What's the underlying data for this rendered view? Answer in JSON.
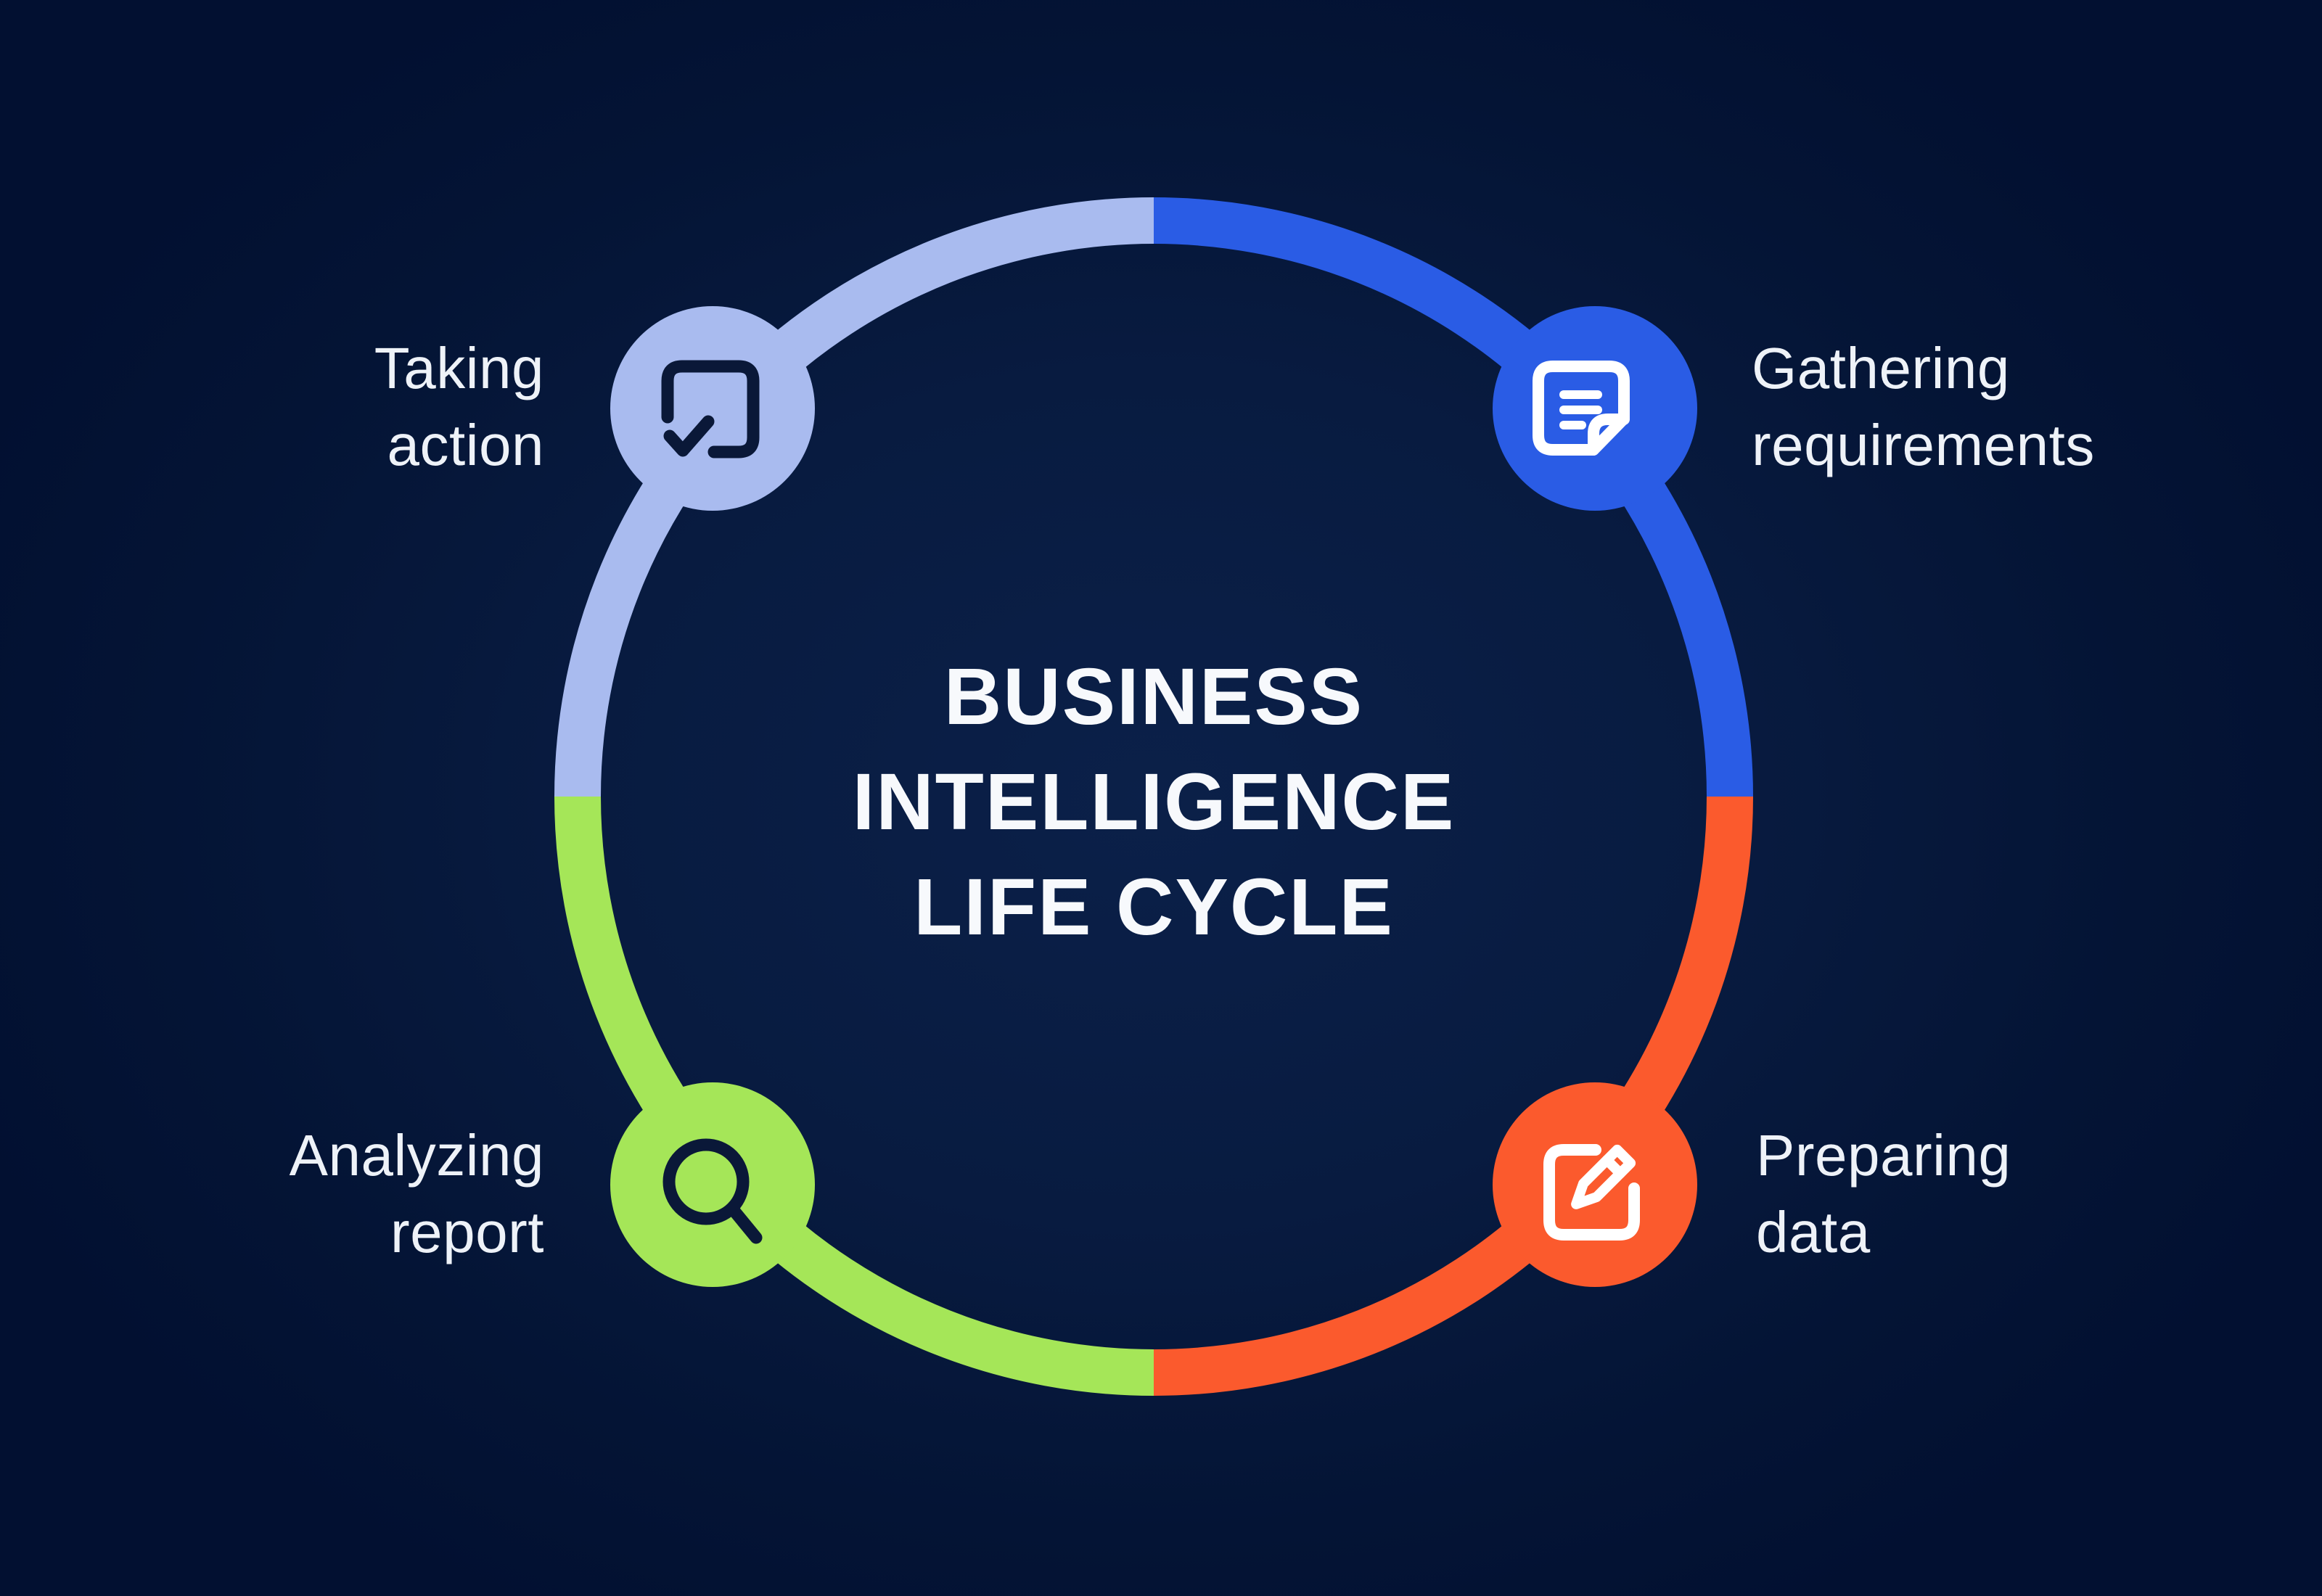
{
  "title": {
    "line1": "BUSINESS",
    "line2": "INTELLIGENCE",
    "line3": "LIFE CYCLE"
  },
  "stages": [
    {
      "id": "gathering-requirements",
      "label": "Gathering\nrequirements",
      "color": "#2a5ce5",
      "icon": "document-icon",
      "position": "top-right"
    },
    {
      "id": "preparing-data",
      "label": "Preparing\ndata",
      "color": "#fb5a2d",
      "icon": "edit-icon",
      "position": "bottom-right"
    },
    {
      "id": "analyzing-report",
      "label": "Analyzing\nreport",
      "color": "#a5e658",
      "icon": "search-icon",
      "position": "bottom-left"
    },
    {
      "id": "taking-action",
      "label": "Taking\naction",
      "color": "#a9bbef",
      "icon": "checkbox-icon",
      "position": "top-left"
    }
  ],
  "colors": {
    "background_center": "#0b2049",
    "background_edge": "#021031",
    "icon_stroke_dark": "#0a1838",
    "icon_stroke_light": "#ffffff",
    "title_text": "#f7f9fc",
    "label_text": "#eef2f8"
  }
}
